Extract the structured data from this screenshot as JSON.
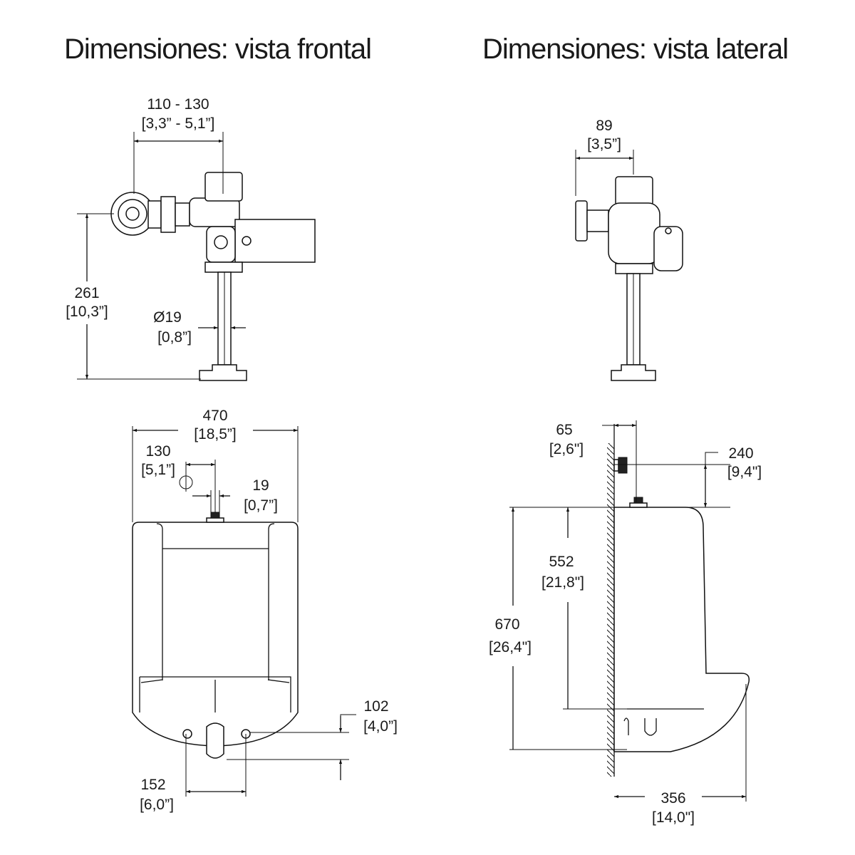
{
  "titles": {
    "front": "Dimensiones: vista frontal",
    "side": "Dimensiones: vista lateral"
  },
  "front_valve": {
    "width_mm": "110 - 130",
    "width_in": "[3,3” - 5,1”]",
    "height_mm": "261",
    "height_in": "[10,3”]",
    "pipe_mm": "Ø19",
    "pipe_in": "[0,8”]"
  },
  "side_valve": {
    "depth_mm": "89",
    "depth_in": "[3,5”]"
  },
  "front_urinal": {
    "width_mm": "470",
    "width_in": "[18,5”]",
    "offset_mm": "130",
    "offset_in": "[5,1”]",
    "inlet_mm": "19",
    "inlet_in": "[0,7”]",
    "outlet_mm": "102",
    "outlet_in": "[4,0”]",
    "bolts_mm": "152",
    "bolts_in": "[6,0”]"
  },
  "side_urinal": {
    "wall_mm": "65",
    "wall_in": "[2,6\"]",
    "supply_mm": "240",
    "supply_in": "[9,4\"]",
    "rim_mm": "552",
    "rim_in": "[21,8\"]",
    "height_mm": "670",
    "height_in": "[26,4\"]",
    "depth_mm": "356",
    "depth_in": "[14,0\"]"
  }
}
